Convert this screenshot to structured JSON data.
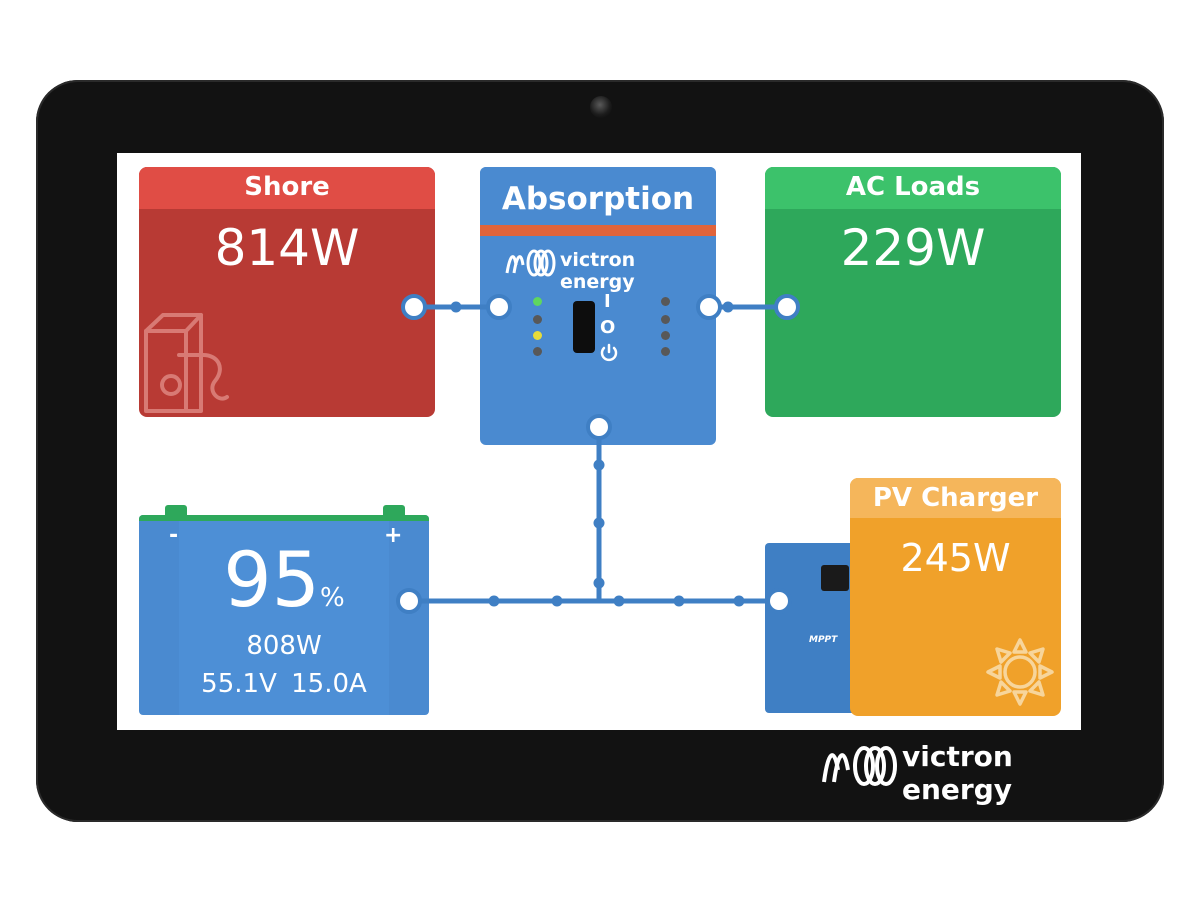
{
  "shore": {
    "title": "Shore",
    "power": "814W"
  },
  "inverter": {
    "state": "Absorption",
    "brand": "victron energy",
    "switch_on": "I",
    "switch_off": "O"
  },
  "ac_loads": {
    "title": "AC Loads",
    "power": "229W"
  },
  "battery": {
    "soc": "95",
    "soc_unit": "%",
    "power": "808W",
    "voltage": "55.1V",
    "current": "15.0A",
    "minus": "-",
    "plus": "+"
  },
  "pv_charger": {
    "title": "PV Charger",
    "power": "245W",
    "mppt_label": "MPPT"
  },
  "device": {
    "brand": "victron energy"
  },
  "colors": {
    "shore": "#b83a34",
    "ac_loads": "#2ea85b",
    "inverter": "#4a8ad0",
    "battery": "#4a8ad0",
    "pv": "#f0a12a",
    "wire": "#3f7fc4"
  },
  "icons": {
    "shore": "shore-plug-icon",
    "pv": "sun-icon",
    "logo": "victron-logo-icon"
  }
}
